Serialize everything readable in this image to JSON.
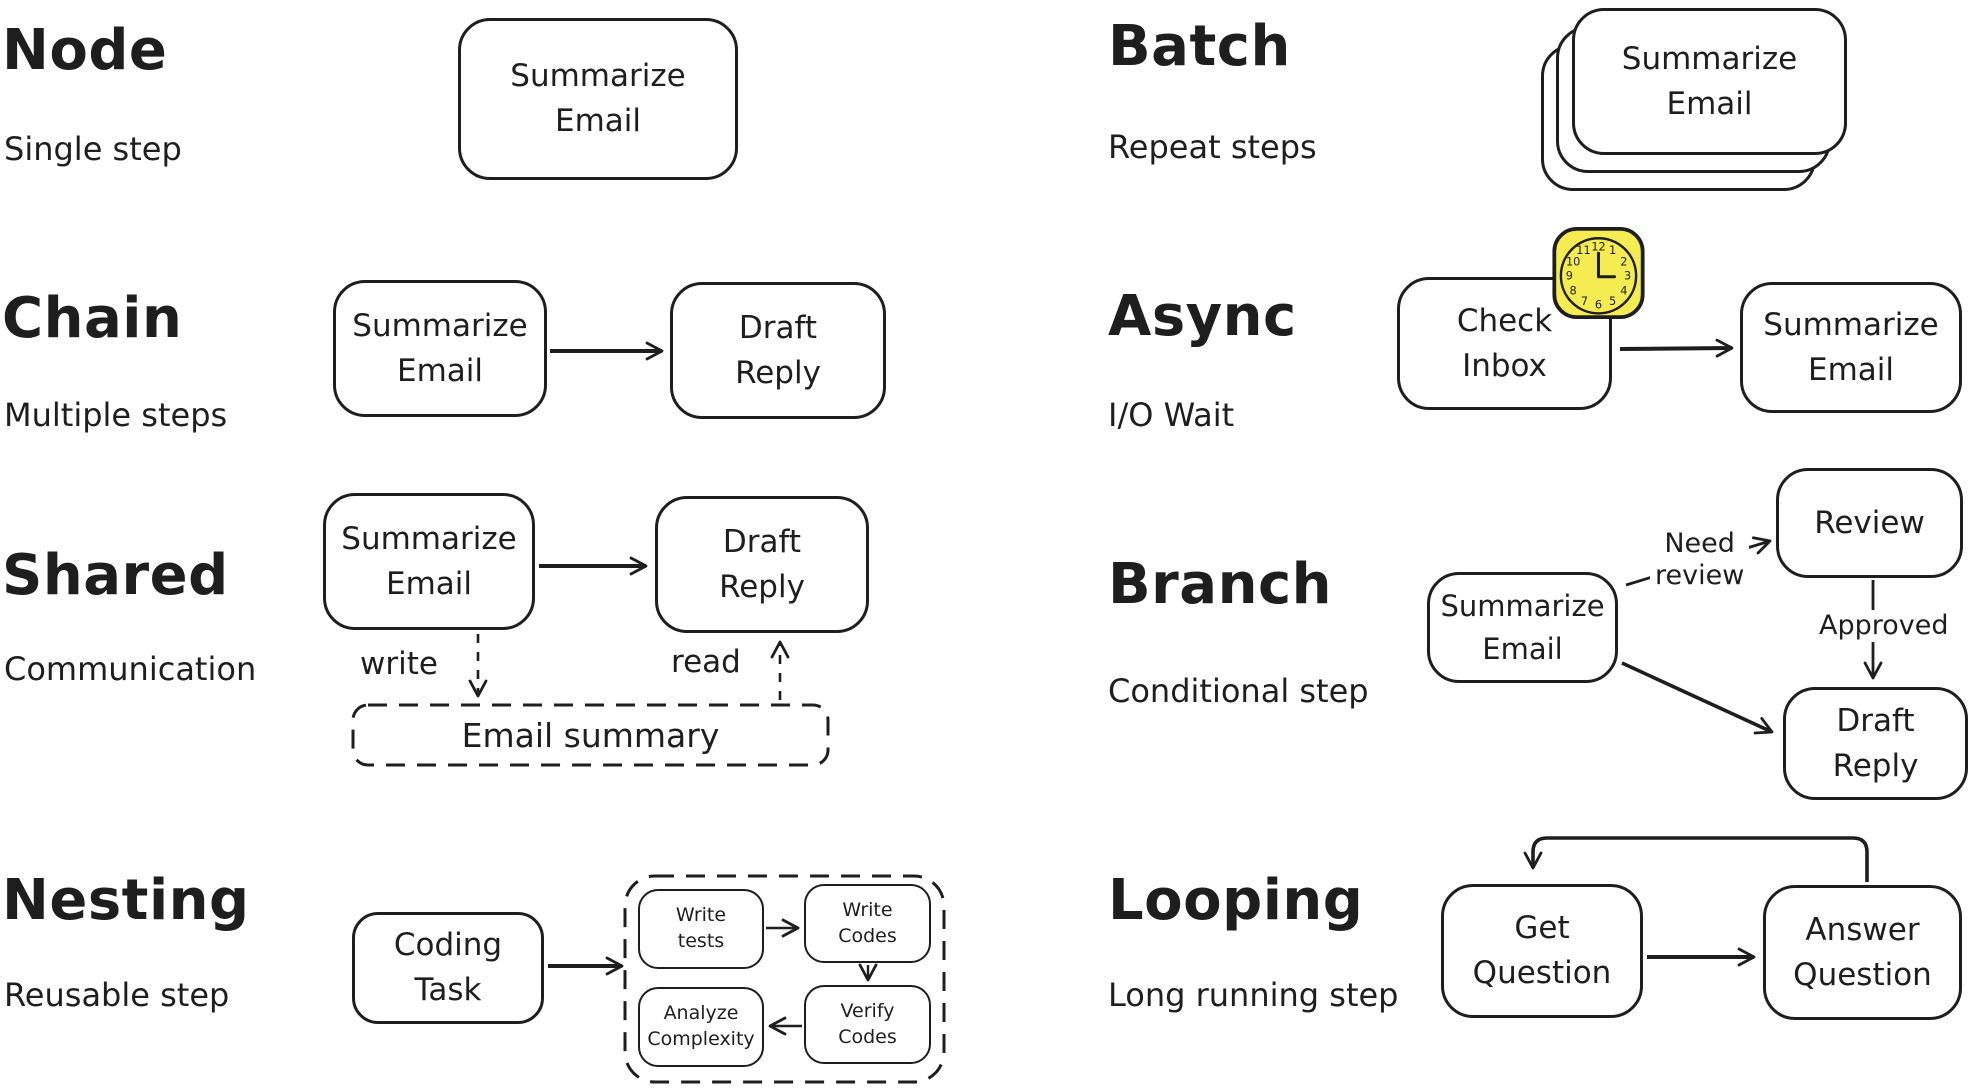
{
  "colors": {
    "ink": "#1e1e1e",
    "paper": "#ffffff",
    "clock_yellow": "#f5ec51"
  },
  "sections": {
    "node": {
      "title": "Node",
      "subtitle": "Single step",
      "nodes": {
        "summarize": "Summarize\nEmail"
      }
    },
    "batch": {
      "title": "Batch",
      "subtitle": "Repeat steps",
      "nodes": {
        "summarize": "Summarize\nEmail"
      }
    },
    "chain": {
      "title": "Chain",
      "subtitle": "Multiple steps",
      "nodes": {
        "summarize": "Summarize\nEmail",
        "draft": "Draft\nReply"
      }
    },
    "async": {
      "title": "Async",
      "subtitle": "I/O Wait",
      "nodes": {
        "check": "Check\nInbox",
        "summarize": "Summarize\nEmail"
      },
      "clock_numbers": [
        "12",
        "1",
        "2",
        "3",
        "4",
        "5",
        "6",
        "7",
        "8",
        "9",
        "10",
        "11"
      ]
    },
    "shared": {
      "title": "Shared",
      "subtitle": "Communication",
      "nodes": {
        "summarize": "Summarize\nEmail",
        "draft": "Draft\nReply",
        "store": "Email summary"
      },
      "labels": {
        "write": "write",
        "read": "read"
      }
    },
    "branch": {
      "title": "Branch",
      "subtitle": "Conditional step",
      "nodes": {
        "summarize": "Summarize\nEmail",
        "review": "Review",
        "draft": "Draft\nReply"
      },
      "labels": {
        "need_review": "Need\nreview",
        "approved": "Approved"
      }
    },
    "nesting": {
      "title": "Nesting",
      "subtitle": "Reusable step",
      "nodes": {
        "coding": "Coding\nTask",
        "write_tests": "Write\ntests",
        "write_codes": "Write\nCodes",
        "verify_codes": "Verify\nCodes",
        "analyze": "Analyze\nComplexity"
      }
    },
    "looping": {
      "title": "Looping",
      "subtitle": "Long running step",
      "nodes": {
        "get": "Get\nQuestion",
        "answer": "Answer\nQuestion"
      }
    }
  }
}
